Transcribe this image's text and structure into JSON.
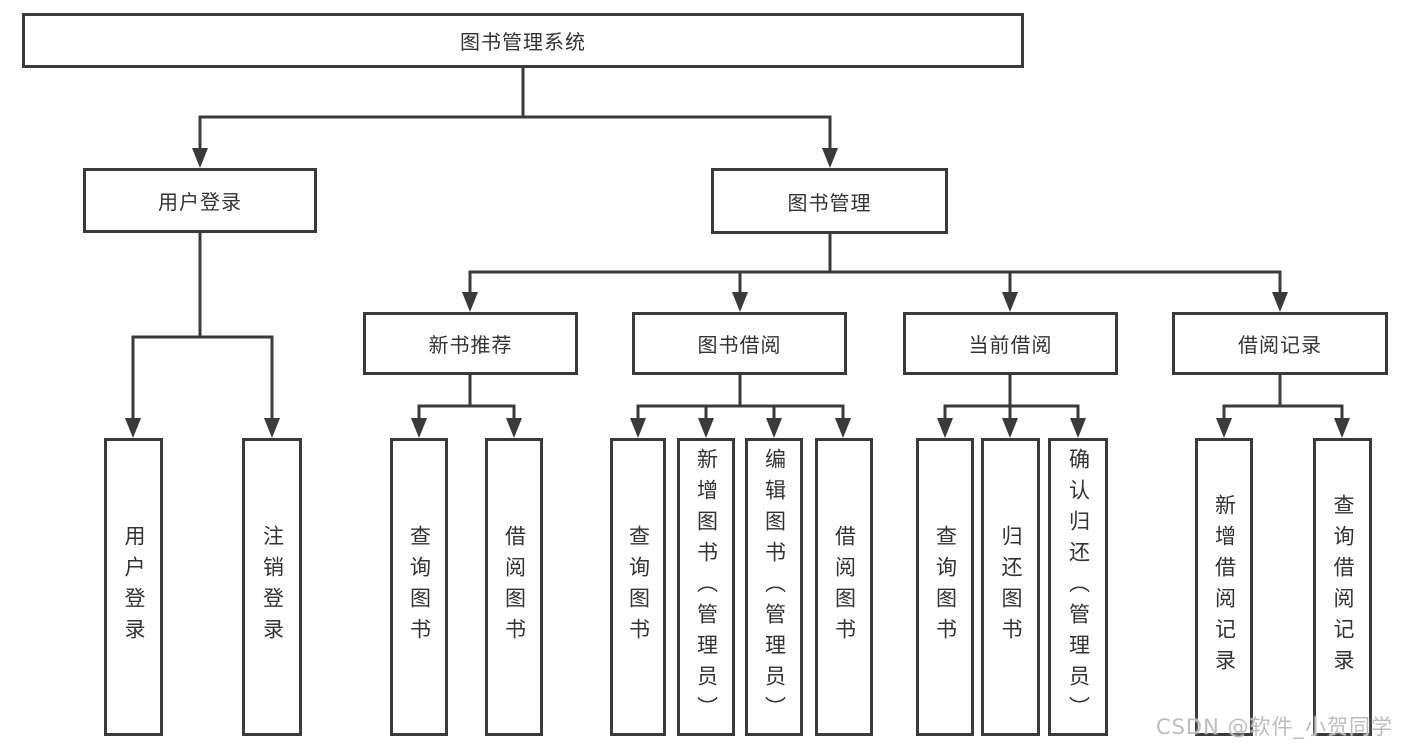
{
  "diagram": {
    "title": "图书管理系统",
    "level2": {
      "user_login": "用户登录",
      "book_management": "图书管理"
    },
    "level3": {
      "new_book_recommend": "新书推荐",
      "book_borrow": "图书借阅",
      "current_borrow": "当前借阅",
      "borrow_record": "借阅记录"
    },
    "leaves": {
      "user_login_1": "用户登录",
      "user_login_2": "注销登录",
      "new_book_1": "查询图书",
      "new_book_2": "借阅图书",
      "book_borrow_1": "查询图书",
      "book_borrow_2": "新增图书（管理员）",
      "book_borrow_3": "编辑图书（管理员）",
      "book_borrow_4": "借阅图书",
      "current_borrow_1": "查询图书",
      "current_borrow_2": "归还图书",
      "current_borrow_3": "确认归还（管理员）",
      "borrow_record_1": "新增借阅记录",
      "borrow_record_2": "查询借阅记录"
    }
  },
  "watermark": "CSDN @软件_小贺同学",
  "colors": {
    "line": "#3a3a3a",
    "text": "#333333",
    "watermark": "#bdbdbd",
    "bg": "#ffffff"
  }
}
